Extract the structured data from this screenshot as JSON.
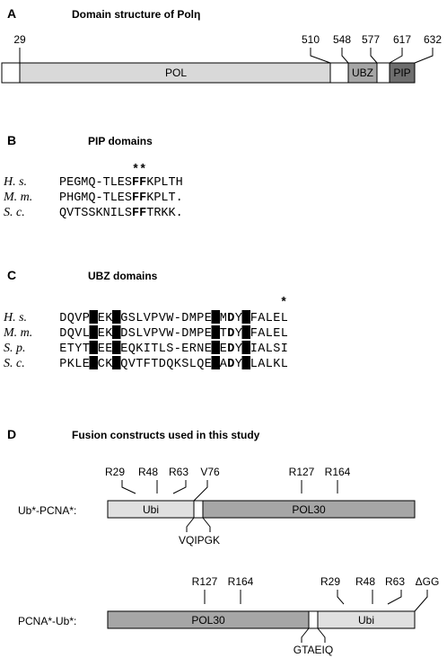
{
  "panel_a": {
    "letter": "A",
    "title": "Domain structure of Polη",
    "positions": [
      "29",
      "510",
      "548",
      "577",
      "617",
      "632"
    ],
    "domains": [
      {
        "label": "",
        "color": "#ffffff"
      },
      {
        "label": "POL",
        "color": "#d9d9d9"
      },
      {
        "label": "",
        "color": "#ffffff"
      },
      {
        "label": "UBZ",
        "color": "#a6a6a6"
      },
      {
        "label": "",
        "color": "#ffffff"
      },
      {
        "label": "PIP",
        "color": "#6e6e6e"
      }
    ]
  },
  "panel_b": {
    "letter": "B",
    "title": "PIP domains",
    "marker": "**",
    "rows": [
      {
        "species": "H. s.",
        "pre": "PEGMQ-TLES",
        "bold": "FF",
        "post": "KPLTH"
      },
      {
        "species": "M. m.",
        "pre": "PHGMQ-TLES",
        "bold": "FF",
        "post": "KPLT."
      },
      {
        "species": "S. c.",
        "pre": "QVTSSKNILS",
        "bold": "FF",
        "post": "TRKK."
      }
    ]
  },
  "panel_c": {
    "letter": "C",
    "title": "UBZ domains",
    "marker": "*",
    "rows": [
      {
        "species": "H. s.",
        "sequence": "DQVPCEKCGSLVPVW-DMPEHMDYHFALEL"
      },
      {
        "species": "M. m.",
        "sequence": "DQVLCEKCDSLVPVW-DMPEHTDYHFALEL"
      },
      {
        "species": "S. p.",
        "sequence": "ETYTCEECEQKITLS-ERNEHEDYHIALSI"
      },
      {
        "species": "S. c.",
        "sequence": "PKLECCKYQVTFTDQKSLQEHADYHLALKL"
      }
    ],
    "highlight_cols": [
      4,
      7,
      20,
      24
    ],
    "bold_col": 22
  },
  "panel_d": {
    "letter": "D",
    "title": "Fusion constructs used in this study",
    "construct1": {
      "name": "Ub*-PCNA*:",
      "segments": [
        {
          "label": "Ubi",
          "color": "#e0e0e0"
        },
        {
          "label": "",
          "color": "#ffffff"
        },
        {
          "label": "POL30",
          "color": "#a6a6a6"
        }
      ],
      "top_labels": [
        "R29",
        "R48",
        "R63",
        "V76",
        "R127",
        "R164"
      ],
      "linker": "VQIPGK"
    },
    "construct2": {
      "name": "PCNA*-Ub*:",
      "segments": [
        {
          "label": "POL30",
          "color": "#a6a6a6"
        },
        {
          "label": "",
          "color": "#ffffff"
        },
        {
          "label": "Ubi",
          "color": "#e0e0e0"
        }
      ],
      "top_labels": [
        "R127",
        "R164",
        "R29",
        "R48",
        "R63",
        "ΔGG"
      ],
      "linker": "GTAEIQ"
    }
  }
}
